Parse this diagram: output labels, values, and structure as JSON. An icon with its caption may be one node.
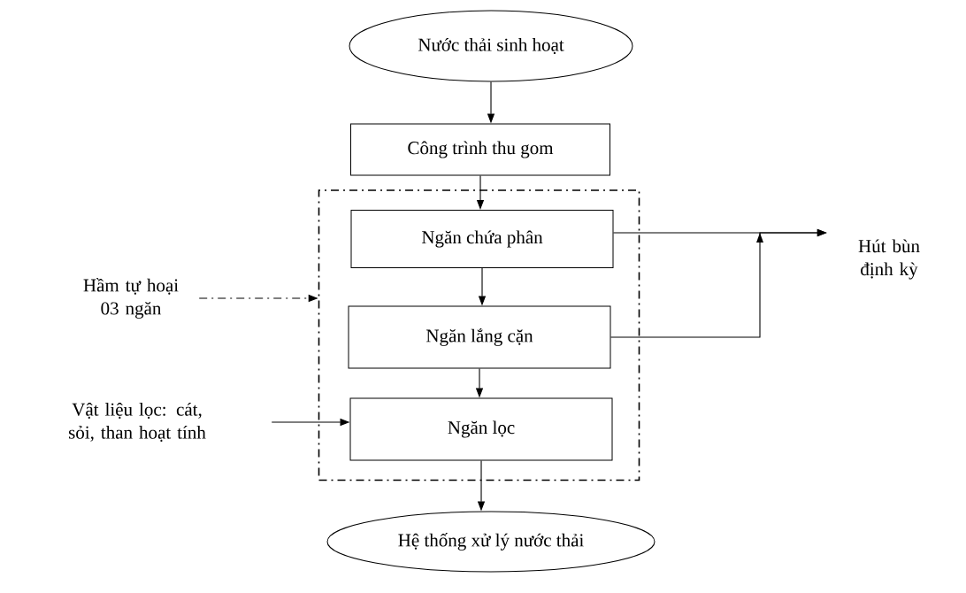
{
  "diagram": {
    "nodes": [
      {
        "text": [
          "Nước thải sinh hoạt"
        ]
      },
      {
        "text": [
          "Công trình thu gom"
        ]
      },
      {
        "text": [],
        "shape": "box"
      },
      {
        "text": [
          "Ngăn chứa phân"
        ],
        "in": 2
      },
      {
        "text": [
          "Ngăn lắng cặn"
        ],
        "in": 2
      },
      {
        "text": [
          "Ngăn lọc"
        ],
        "in": 2
      },
      {
        "text": [
          "Hầm tự hoại 03 ngăn"
        ]
      },
      {
        "text": [
          "Vật liệu lọc: cát, sỏi, than hoạt tính"
        ]
      },
      {
        "text": [
          "Hút bùn định kỳ"
        ]
      },
      {
        "text": [
          "Hệ thống xử lý nước thải"
        ]
      }
    ],
    "edges": [
      {
        "from": 0,
        "to": 1,
        "arrow": "to"
      },
      {
        "from": 1,
        "to": 3,
        "arrow": "to"
      },
      {
        "from": 3,
        "to": 4,
        "arrow": "to"
      },
      {
        "from": 4,
        "to": 5,
        "arrow": "to"
      },
      {
        "from": 5,
        "to": 9,
        "arrow": "to"
      },
      {
        "from": 3,
        "to": 8,
        "arrow": "to"
      },
      {
        "from": 4,
        "to": 8,
        "arrow": "to"
      },
      {
        "from": 6,
        "to": 2,
        "arrow": "to",
        "style": "dashed"
      },
      {
        "from": 7,
        "to": 5,
        "arrow": "to"
      }
    ]
  }
}
